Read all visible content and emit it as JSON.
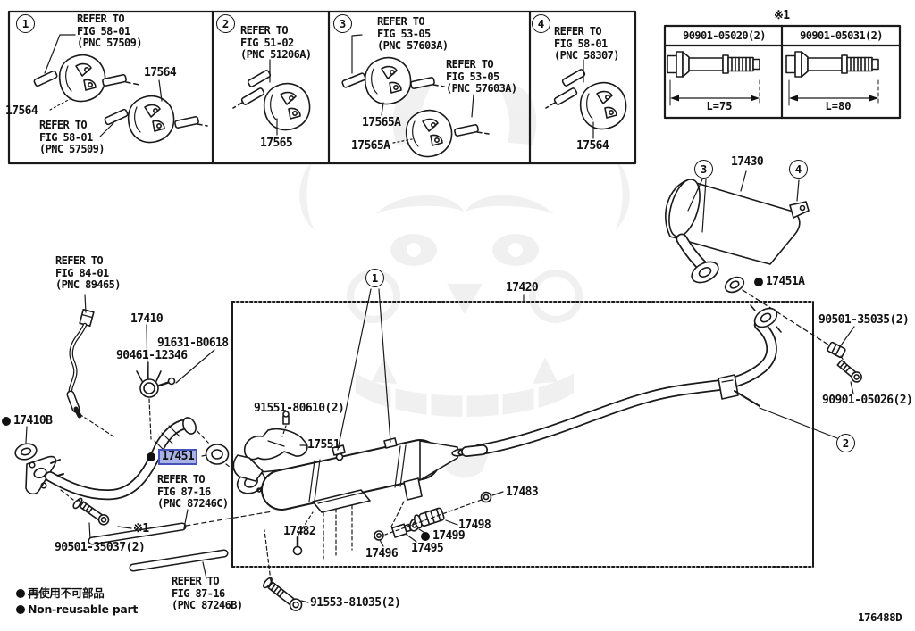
{
  "colors": {
    "line": "#1a1a1a",
    "highlight_fill": "#a9b2e6",
    "highlight_border": "#4553bb",
    "watermark": "#ededed"
  },
  "callouts": {
    "c1": "1",
    "c2": "2",
    "c3": "3",
    "c4": "4"
  },
  "top_row": {
    "box1": {
      "num": "1",
      "refer_top": [
        "REFER TO",
        "FIG 58-01",
        "(PNC 57509)"
      ],
      "part_a": "17564",
      "part_b": "17564",
      "refer_bottom": [
        "REFER TO",
        "FIG 58-01",
        "(PNC 57509)"
      ]
    },
    "box2": {
      "num": "2",
      "refer": [
        "REFER TO",
        "FIG 51-02",
        "(PNC 51206A)"
      ],
      "part": "17565"
    },
    "box3": {
      "num": "3",
      "refer_a": [
        "REFER TO",
        "FIG 53-05",
        "(PNC 57603A)"
      ],
      "refer_b": [
        "REFER TO",
        "FIG 53-05",
        "(PNC 57603A)"
      ],
      "part_a": "17565A",
      "part_b": "17565A"
    },
    "box4": {
      "num": "4",
      "refer": [
        "REFER TO",
        "FIG 58-01",
        "(PNC 58307)"
      ],
      "part": "17564"
    }
  },
  "bolt_table": {
    "note": "※1",
    "columns": [
      {
        "part_no": "90901-05020(2)",
        "length": "L=75"
      },
      {
        "part_no": "90901-05031(2)",
        "length": "L=80"
      }
    ]
  },
  "main": {
    "p17430": "17430",
    "p17451A": "17451A",
    "p90501_35035": "90501-35035(2)",
    "p90901_05026": "90901-05026(2)",
    "p17420": "17420",
    "p17410": "17410",
    "p91631": "91631-B0618",
    "p90461": "90461-12346",
    "refer_fig84": [
      "REFER TO",
      "FIG 84-01",
      "(PNC 89465)"
    ],
    "p17410B": "17410B",
    "p17451": "17451",
    "refer_fig8716c": [
      "REFER TO",
      "FIG 87-16",
      "(PNC 87246C)"
    ],
    "note1": "※1",
    "p90501_35037": "90501-35037(2)",
    "refer_fig8716b": [
      "REFER TO",
      "FIG 87-16",
      "(PNC 87246B)"
    ],
    "p91553": "91553-81035(2)",
    "p91551": "91551-80610(2)",
    "p17551": "17551",
    "p17482": "17482",
    "p17496": "17496",
    "p17495": "17495",
    "p17499": "17499",
    "p17498": "17498",
    "p17483": "17483"
  },
  "legend": {
    "jp": "再使用不可部品",
    "en": "Non-reusable part"
  },
  "doc_number": "176488D"
}
